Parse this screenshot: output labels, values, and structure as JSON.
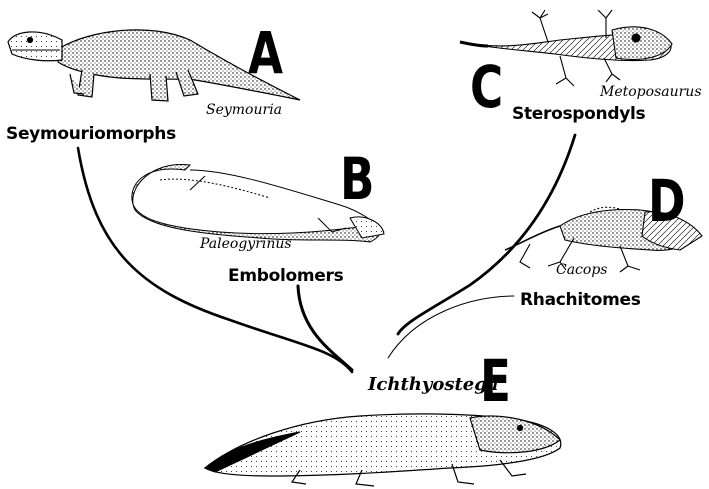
{
  "panels": [
    {
      "letter": "A",
      "group": "Seymouriomorphs",
      "genus": "Seymouria"
    },
    {
      "letter": "B",
      "group": "Embolomers",
      "genus": "Paleogyrinus"
    },
    {
      "letter": "C",
      "group": "Sterospondyls",
      "genus": "Metoposaurus"
    },
    {
      "letter": "D",
      "group": "Rhachitomes",
      "genus": "Cacops"
    },
    {
      "letter": "E",
      "genus": "Ichthyostega"
    }
  ],
  "colors": {
    "ink": "#000000",
    "background": "#ffffff",
    "shade": "#b9b9b9"
  }
}
